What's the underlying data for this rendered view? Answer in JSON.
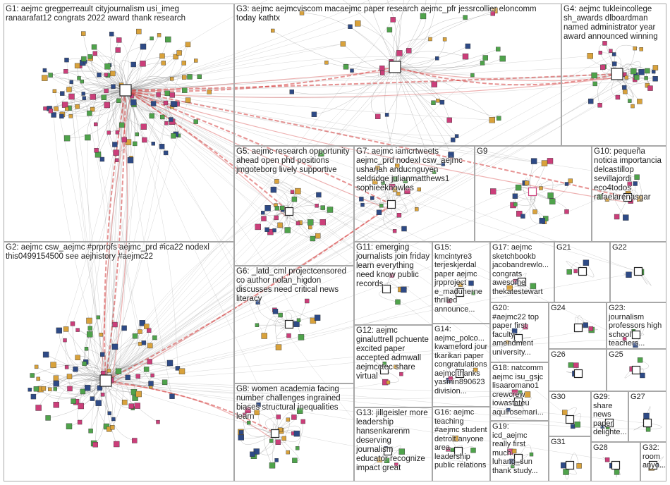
{
  "colors": {
    "edge_gray": "#8c8c8c",
    "edge_red": "#d43b3b",
    "panel_border": "#a8a8a8",
    "node_fill_a": "#2e4a86",
    "node_fill_b": "#4fa34b",
    "node_fill_c": "#cc3e7a",
    "node_fill_d": "#d9a23b"
  },
  "groups": [
    {
      "id": "G1",
      "label": "G1: aejmc gregperreault cityjournalism usi_imeg\nranaarafat12 congrats 2022 award thank research"
    },
    {
      "id": "G2",
      "label": "G2: aejmc csw_aejmc #prprofs aejmc_prd #ica22 nodexl\nthis0499154500 see aejhistory #aejmc22"
    },
    {
      "id": "G3",
      "label": "G3: aejmc aejmcviscom macaejmc paper research aejmc_pfr jessrcollier eloncomm\ntoday kathtx"
    },
    {
      "id": "G4",
      "label": "G4: aejmc tukleincollege\nsh_awards dlboardman\nnamed administrator year\naward announced winning"
    },
    {
      "id": "G5",
      "label": "G5: aejmc research opportunity\nahead open phd positions\njmgoteborg lively supportive"
    },
    {
      "id": "G6",
      "label": "G6: _latd_cml projectcensored\nco author nolan_higdon\ndiscusses need critical news\nliteracy"
    },
    {
      "id": "G7",
      "label": "G7: aejmc iamcrtweets\naejmc_prd nodexl csw_aejmc\nusharjah anducnguyen\nseldridge julianmatthews1\nsophieeknowles"
    },
    {
      "id": "G8",
      "label": "G8: women academia facing\nnumber challenges ingrained\nbiases structural inequalities\nlearn"
    },
    {
      "id": "G9",
      "label": "G9"
    },
    {
      "id": "G10",
      "label": "G10: pequeña\nnoticia importancia\ndelcastillop\nsevillajordi\neco4todos\nrafaelarenasgar"
    },
    {
      "id": "G11",
      "label": "G11: emerging\njournalists join friday\nlearn everything\nneed know public\nrecords"
    },
    {
      "id": "G12",
      "label": "G12: aejmc\nginaluttrell pchuente\nexcited paper\naccepted admwall\naejmcctec share\nvirtual"
    },
    {
      "id": "G13",
      "label": "G13: jillgeisler more\nleadership\nhansenkarenm\ndeserving journalism\neducator recognize\nimpact great"
    },
    {
      "id": "G14",
      "label": "G14:\naejmc_polco...\nkwameford jour\ntkarikari paper\ncongratulations\naejmc thanks\nyasmin890623\ndivision..."
    },
    {
      "id": "G15",
      "label": "G15:\nkmcintyre3\nterjeskjerdal\npaper aejmc\njrpproject\ne_madunerne\nthrilled\nannounce..."
    },
    {
      "id": "G16",
      "label": "G16: aejmc\nteaching\n#aejmc student\ndetroit anyone\narea\nleadership\npublic relations"
    },
    {
      "id": "G17",
      "label": "G17: aejmc\nsketchbookb\njacobandrewlo...\ncongrats\nawesome\nthekatestewart"
    },
    {
      "id": "G18",
      "label": "G18: natcomm\naejmc isu_gsjc\nlisaaromano1\ncrewcrew\niowastateu\naquirosemari..."
    },
    {
      "id": "G19",
      "label": "G19:\nicd_aejmc\nreally first\nmuch\nluhang_sun\nthank study..."
    },
    {
      "id": "G20",
      "label": "G20:\n#aejmc22 top\npaper first\nfaculty\namendment\nuniversity..."
    },
    {
      "id": "G21",
      "label": "G21"
    },
    {
      "id": "G22",
      "label": "G22"
    },
    {
      "id": "G23",
      "label": "G23:\njournalism\nprofessors high\nschool\nteachers..."
    },
    {
      "id": "G24",
      "label": "G24"
    },
    {
      "id": "G25",
      "label": "G25"
    },
    {
      "id": "G26",
      "label": "G26"
    },
    {
      "id": "G27",
      "label": "G27"
    },
    {
      "id": "G28",
      "label": "G28"
    },
    {
      "id": "G29",
      "label": "G29:\nshare\nnews\npaper\ndelighte..."
    },
    {
      "id": "G30",
      "label": "G30"
    },
    {
      "id": "G31",
      "label": "G31"
    },
    {
      "id": "G32",
      "label": "G32:\nroom\nanyo..."
    }
  ]
}
